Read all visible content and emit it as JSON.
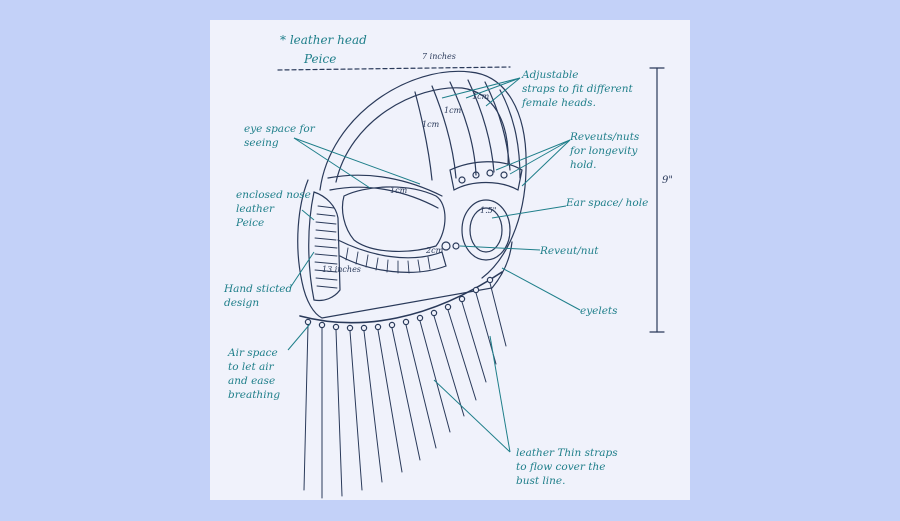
{
  "title": {
    "line1": "* leather head",
    "line2": "Peice"
  },
  "dimensions": {
    "width": "7 inches",
    "height": "9\"",
    "jaw": "13 inches",
    "ear": "1.5\"",
    "bridge": "1cm",
    "cheek": "2cm",
    "strap_a": "1cm",
    "strap_b": "1cm",
    "strap_c": "1cm"
  },
  "annotations": {
    "straps": "Adjustable\nstraps to fit different\nfemale heads.",
    "rivets_top": "Reveuts/nuts\nfor longevity\nhold.",
    "eye": "eye space for\nseeing",
    "ear": "Ear space/ hole",
    "nose": "enclosed nose\nleather\nPeice",
    "rivet": "Reveut/nut",
    "stitch": "Hand sticted\ndesign",
    "eyelets": "eyelets",
    "air": "Air space\nto let air\nand ease\nbreathing",
    "thin_straps": "leather Thin straps\nto flow cover the\nbust line."
  },
  "colors": {
    "background": "#c3d1f8",
    "paper": "#f0f2fb",
    "ink": "#1f7f8a",
    "pencil": "#2a3a5a"
  }
}
